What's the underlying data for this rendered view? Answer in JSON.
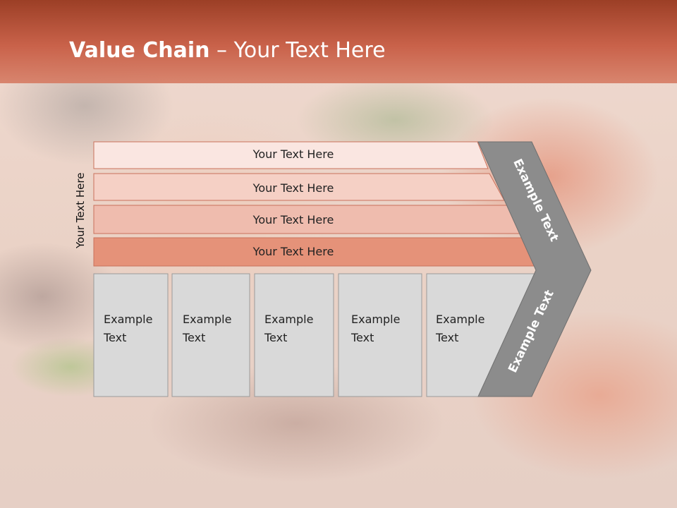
{
  "title": {
    "bold": "Value Chain",
    "rest": " – Your Text Here"
  },
  "side_label": "Your Text Here",
  "support_rows": [
    "Your Text Here",
    "Your Text Here",
    "Your Text Here",
    "Your Text Here"
  ],
  "primary_boxes": [
    [
      "Example",
      "Text"
    ],
    [
      "Example",
      "Text"
    ],
    [
      "Example",
      "Text"
    ],
    [
      "Example",
      "Text"
    ],
    [
      "Example",
      "Text"
    ]
  ],
  "arrow_labels": [
    "Example Text",
    "Example Text"
  ],
  "colors": {
    "title_band": "#b4502f",
    "row1": "#fae6e1",
    "row2": "#f5d0c5",
    "row3": "#efbcae",
    "row4": "#e59279",
    "box_fill": "#d9d9d9",
    "arrow_fill": "#8c8c8c"
  }
}
